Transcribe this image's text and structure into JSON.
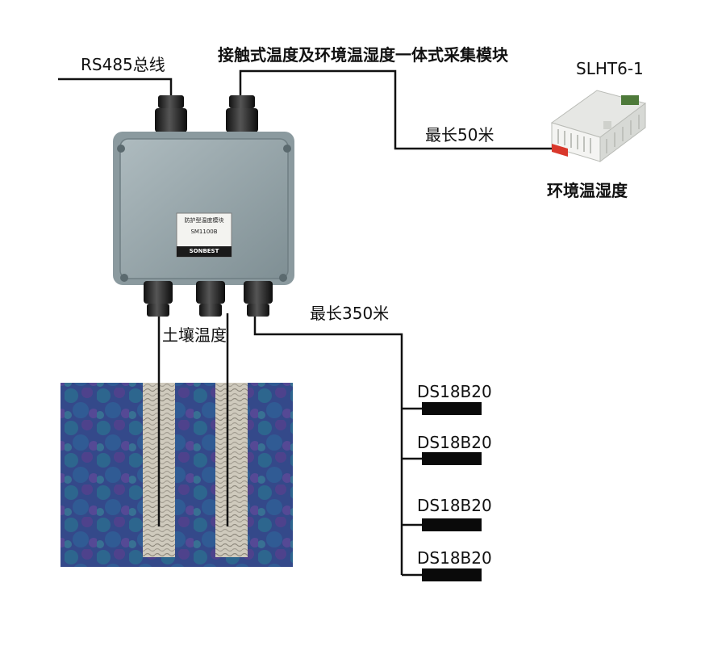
{
  "labels": {
    "bus": "RS485总线",
    "module_title": "接触式温度及环境温湿度一体式采集模块",
    "sensor_model": "SLHT6-1",
    "len_short": "最长50米",
    "env_label": "环境温湿度",
    "len_long": "最长350米",
    "soil_label": "土壤温度"
  },
  "box_plate": {
    "name": "防护型温度模块",
    "model": "SM1100B",
    "brand": "SONBEST"
  },
  "probes": [
    {
      "label": "DS18B20"
    },
    {
      "label": "DS18B20"
    },
    {
      "label": "DS18B20"
    },
    {
      "label": "DS18B20"
    }
  ],
  "colors": {
    "box": "#8e9ea3",
    "box_face": "#a4b2b6",
    "soil": "#3c4f8a",
    "trench": "#c9c4b8",
    "wire": "#111111",
    "sensor_body": "#ecedea",
    "sensor_terminal": "#d9382c"
  }
}
